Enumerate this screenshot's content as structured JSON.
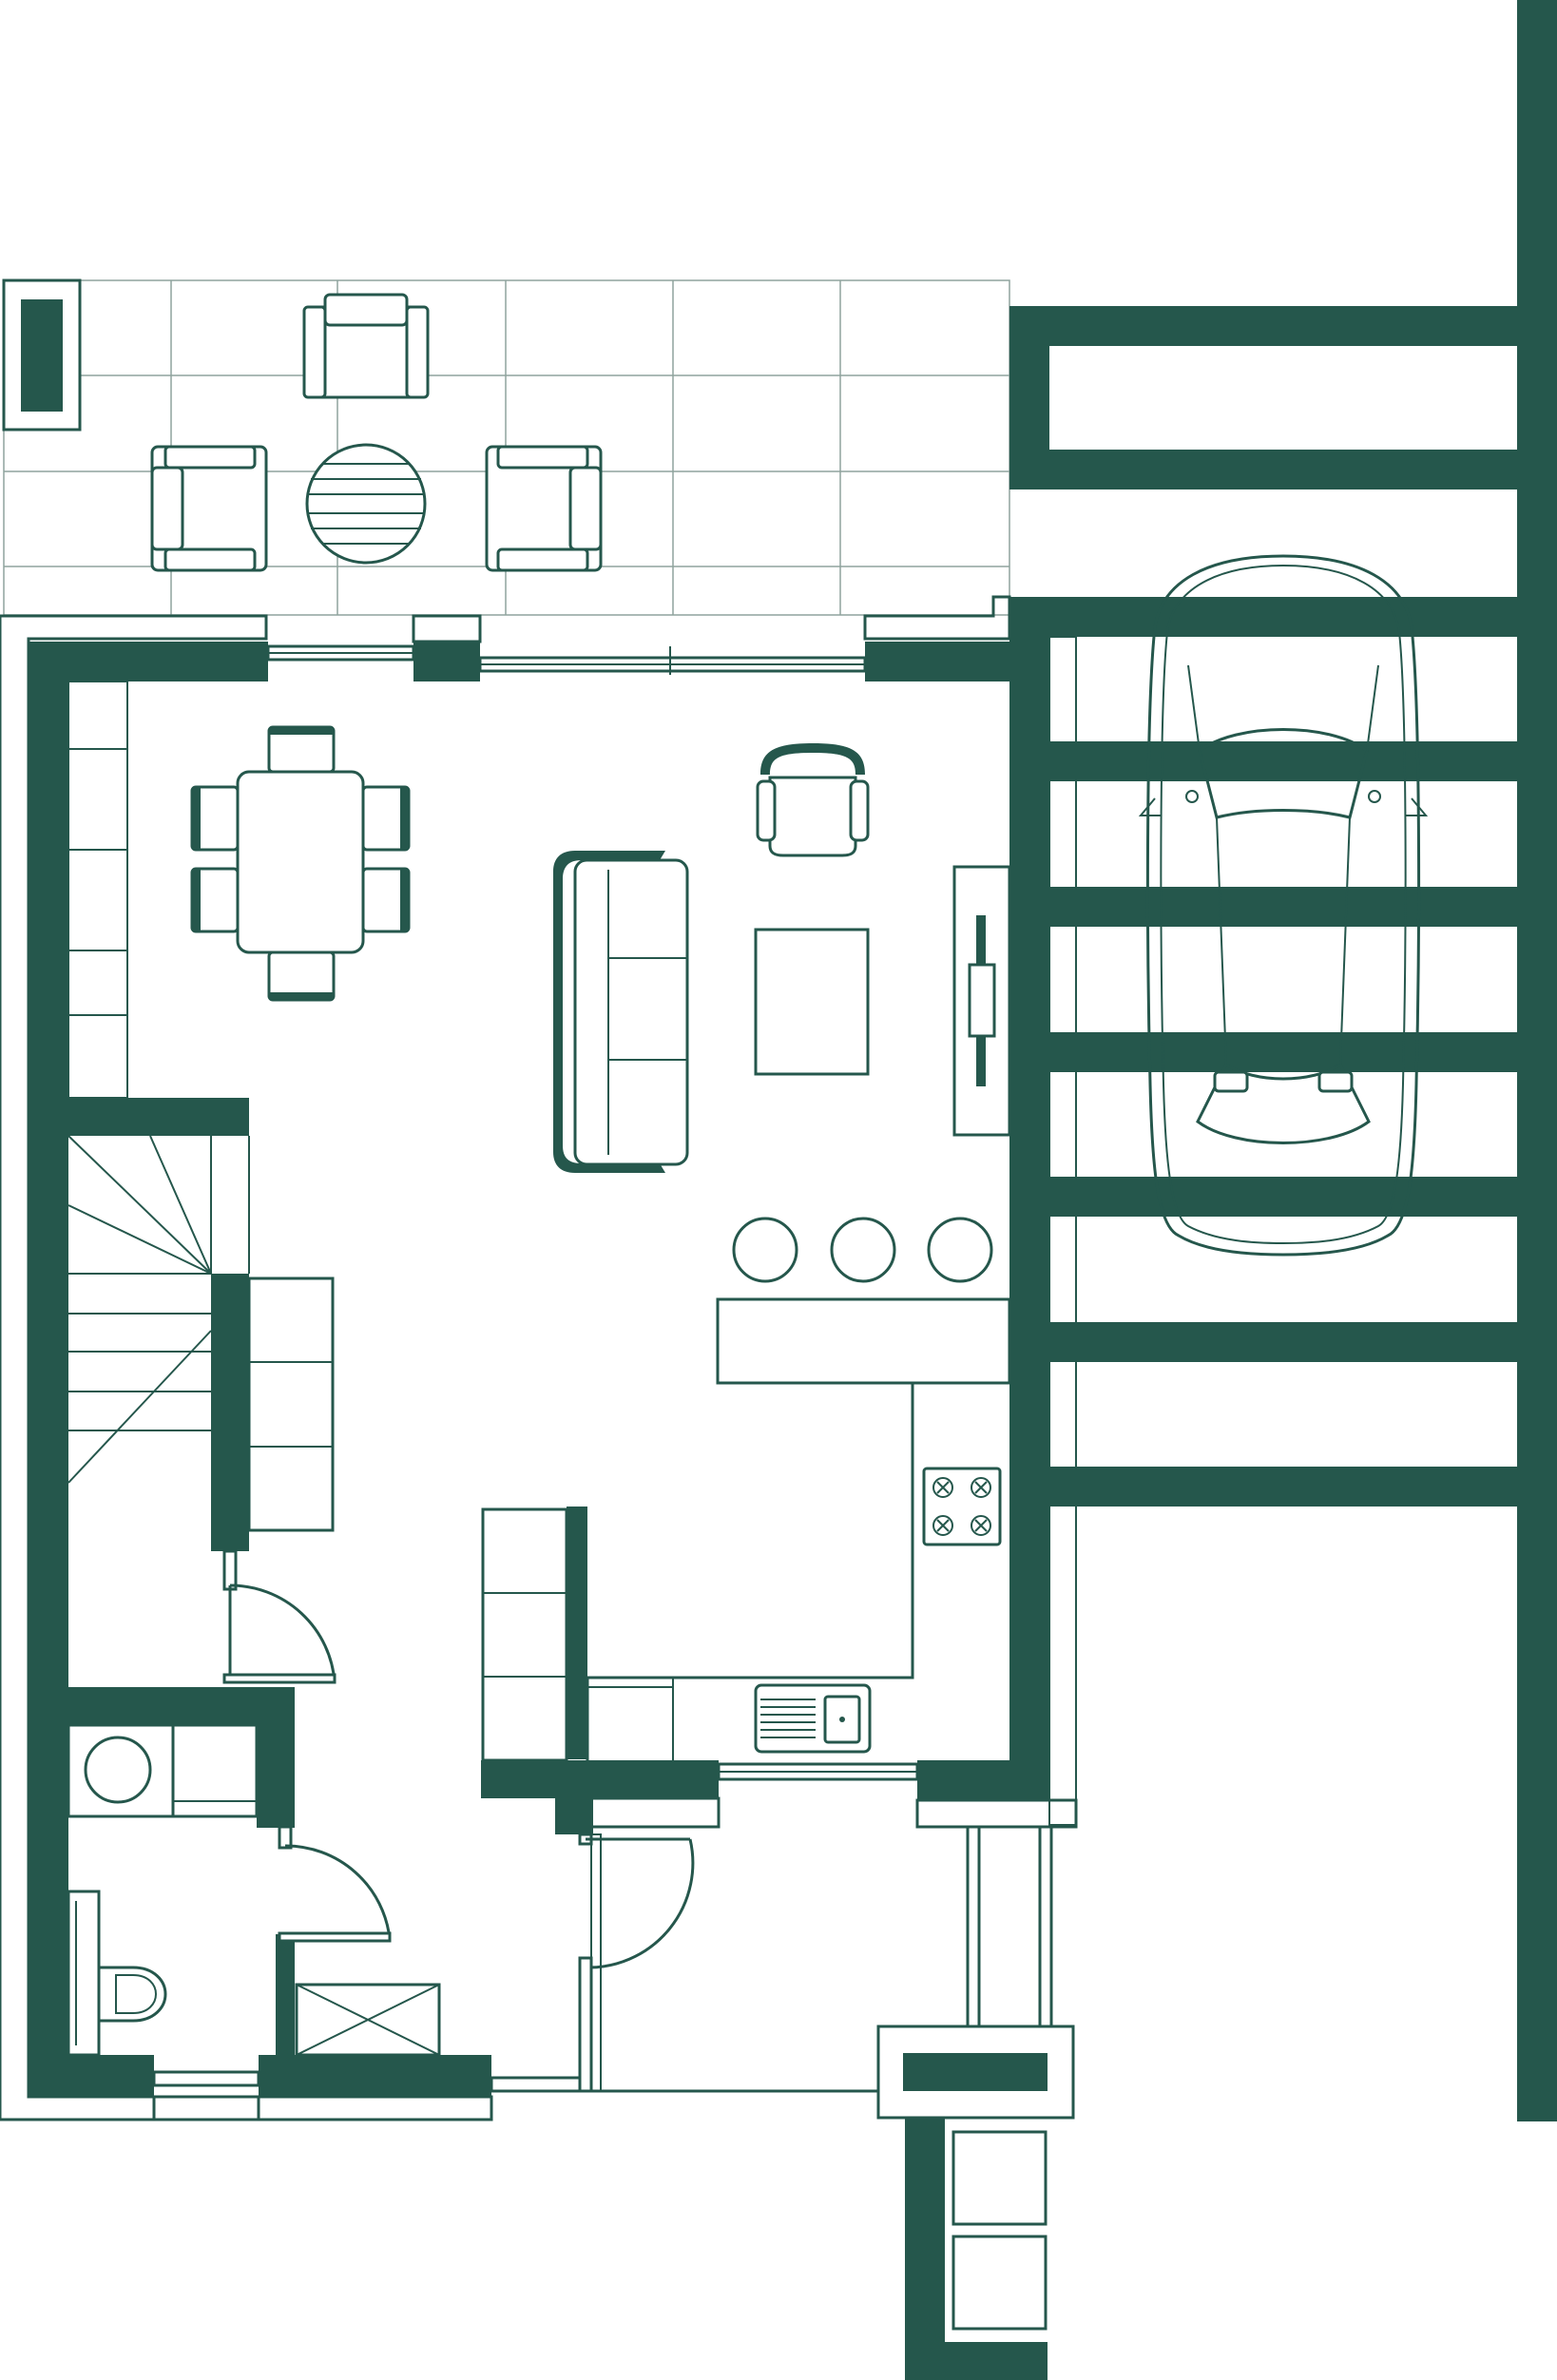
{
  "plan": {
    "colors": {
      "wall": "#25574C",
      "line": "#25574C",
      "terrace_grid": "#8FA39D",
      "background": "#ffffff"
    },
    "rooms": [
      "terrace",
      "carport",
      "living-dining",
      "kitchen",
      "staircase",
      "utility",
      "wc",
      "entrance-hall"
    ],
    "furniture": {
      "terrace": [
        "planter",
        "round-table",
        "armchair",
        "armchair",
        "armchair"
      ],
      "living": [
        "sofa",
        "coffee-table",
        "armchair",
        "tv-unit"
      ],
      "dining": [
        "dining-table",
        "chair",
        "chair",
        "chair",
        "chair",
        "chair",
        "chair"
      ],
      "kitchen": [
        "counter",
        "bar-stool",
        "bar-stool",
        "bar-stool",
        "hob",
        "sink",
        "cabinets"
      ],
      "utility": [
        "washing-machine",
        "counter"
      ],
      "wc": [
        "toilet",
        "cistern"
      ],
      "carport": [
        "car"
      ]
    },
    "text_labels": []
  }
}
